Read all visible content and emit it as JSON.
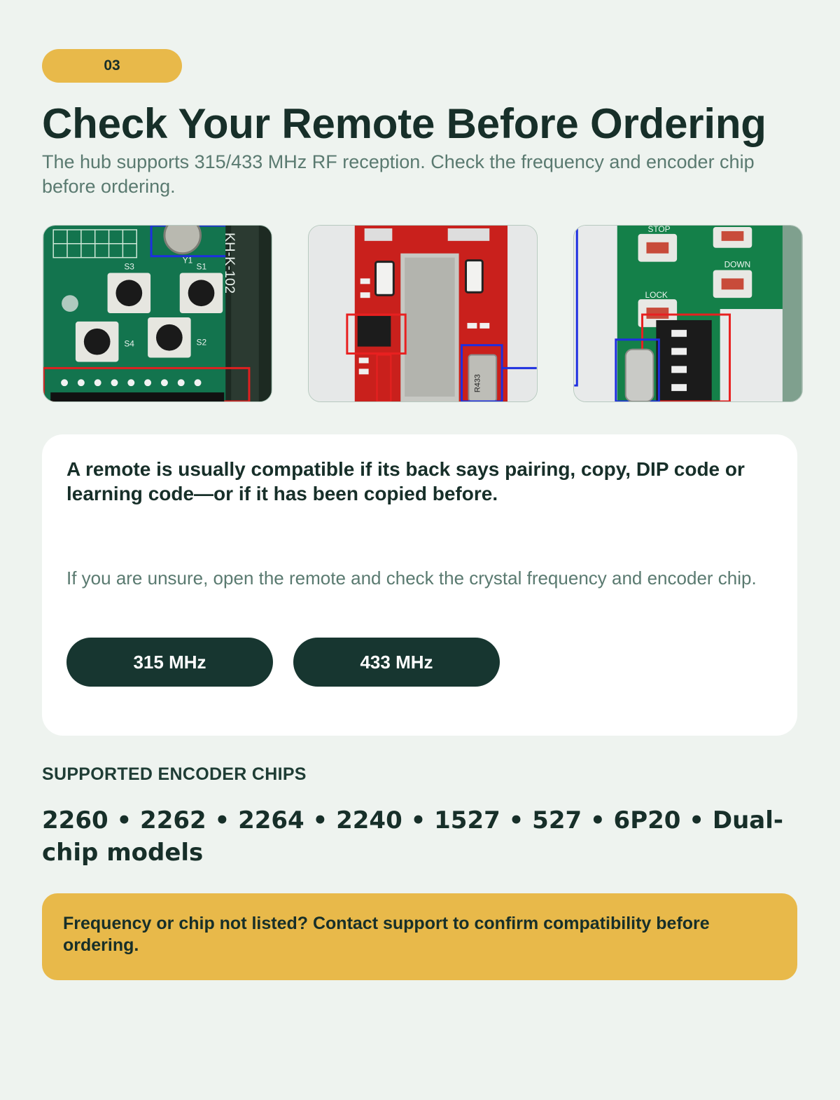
{
  "step": {
    "number": "03"
  },
  "header": {
    "title": "Check Your Remote Before Ordering",
    "subtitle": "The hub supports 315/433 MHz RF reception. Check the frequency and encoder chip before ordering."
  },
  "photos": [
    {
      "name": "green-keypad-remote-board",
      "labels": [
        "S3",
        "S1",
        "S4",
        "S2",
        "Y1",
        "KH-K-102"
      ]
    },
    {
      "name": "red-remote-board",
      "labels": [
        "R433"
      ]
    },
    {
      "name": "green-dip-switch-board",
      "labels": [
        "STOP",
        "DOWN",
        "LOCK"
      ]
    }
  ],
  "compat_card": {
    "lead": "A remote is usually compatible if its back says pairing, copy, DIP code or learning code—or if it has been copied before.",
    "help": "If you are unsure, open the remote and check the crystal frequency and encoder chip.",
    "frequencies": [
      "315 MHz",
      "433 MHz"
    ]
  },
  "chips": {
    "heading": "SUPPORTED ENCODER CHIPS",
    "list": "2260 • 2262 • 2264 • 2240 • 1527 • 527 • 6P20 • Dual-chip models"
  },
  "notice": {
    "text": "Frequency or chip not listed? Contact support to confirm compatibility before ordering."
  },
  "colors": {
    "background": "#eef3ef",
    "accent": "#e8b94a",
    "dark": "#173630",
    "muted_text": "#5a7a70"
  }
}
